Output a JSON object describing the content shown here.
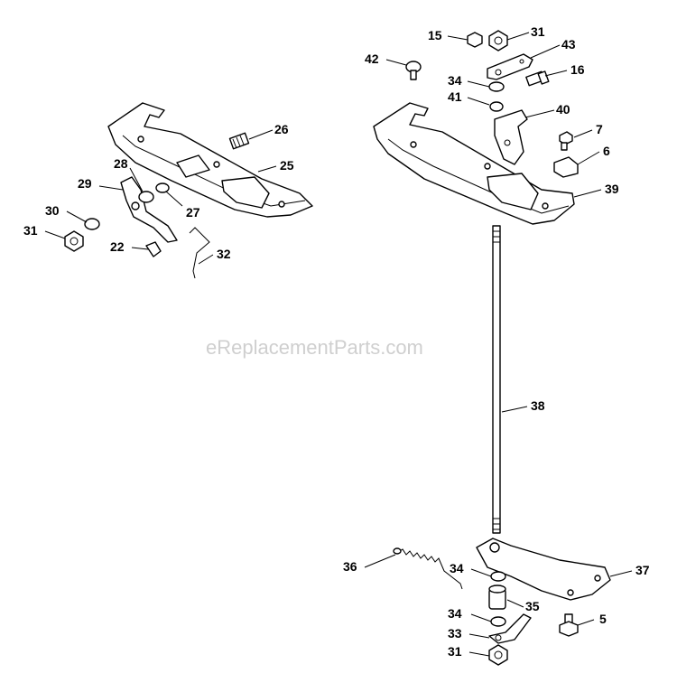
{
  "watermark": "eReplacementParts.com",
  "labels": {
    "l15": "15",
    "l31a": "31",
    "l43": "43",
    "l42": "42",
    "l16": "16",
    "l34a": "34",
    "l41": "41",
    "l40": "40",
    "l7": "7",
    "l6": "6",
    "l39": "39",
    "l26": "26",
    "l25": "25",
    "l28": "28",
    "l29": "29",
    "l27": "27",
    "l30": "30",
    "l31b": "31",
    "l22": "22",
    "l32": "32",
    "l38": "38",
    "l36": "36",
    "l34b": "34",
    "l37": "37",
    "l35": "35",
    "l34c": "34",
    "l33": "33",
    "l5": "5",
    "l31c": "31"
  },
  "colors": {
    "line": "#000000",
    "fill": "#ffffff",
    "watermark": "#cfcfcf"
  }
}
